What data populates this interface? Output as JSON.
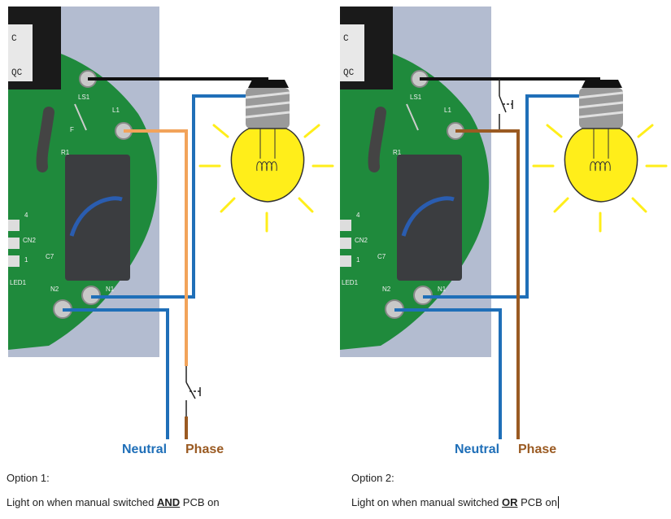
{
  "colors": {
    "neutral": "#1f6fb8",
    "phase_option1": "#f2a35a",
    "phase_option1_lower": "#9a5a22",
    "phase_option2": "#9a5a22",
    "live_black": "#111111",
    "bulb": "#ffee1a",
    "rays": "#ffee1a",
    "pcb": "#1f8a3c",
    "photo_background": "#b3bcd0"
  },
  "option1": {
    "labels": {
      "neutral": "Neutral",
      "phase": "Phase"
    },
    "caption_title": "Option 1:",
    "caption_prefix": "Light on when manual switched ",
    "caption_emphasis": "AND",
    "caption_suffix": " PCB on"
  },
  "option2": {
    "labels": {
      "neutral": "Neutral",
      "phase": "Phase"
    },
    "caption_title": "Option 2:",
    "caption_prefix": "Light on when manual switched ",
    "caption_emphasis": "OR",
    "caption_suffix": " PCB on"
  },
  "pcb_silkscreen": {
    "ls1": "LS1",
    "l1": "L1",
    "r1": "R1",
    "n1": "N1",
    "n2": "N2",
    "cn2": "CN2",
    "c7": "C7",
    "led1": "LED1",
    "f": "F",
    "pin4": "4",
    "pin1": "1"
  }
}
